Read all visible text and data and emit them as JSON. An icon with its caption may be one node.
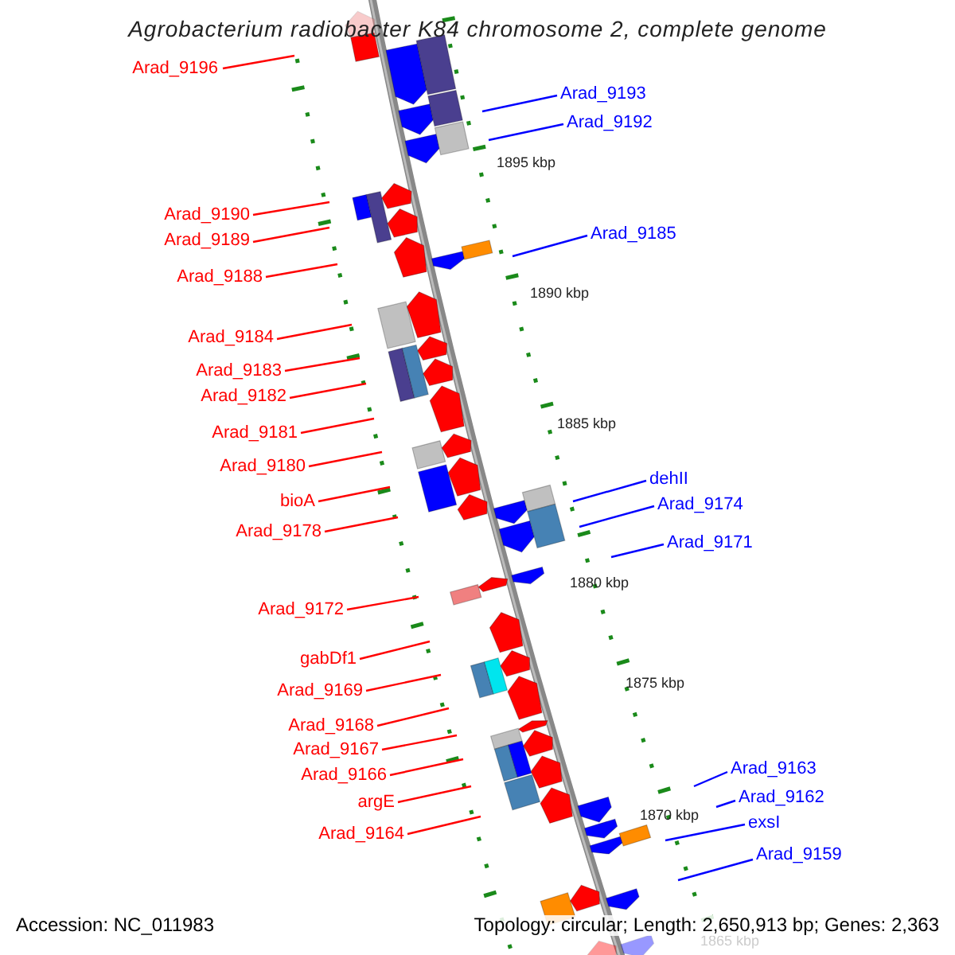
{
  "diagram": {
    "title": "Agrobacterium radiobacter K84 chromosome 2, complete genome",
    "nodes": [
      {
        "text": [
          "Arad_9196"
        ]
      },
      {
        "text": [
          "Arad_9193"
        ]
      },
      {
        "text": [
          "Arad_9192"
        ]
      },
      {
        "text": [
          "Arad_9190"
        ]
      },
      {
        "text": [
          "Arad_9185"
        ]
      },
      {
        "text": [
          "Arad_9189"
        ]
      },
      {
        "text": [
          "Arad_9188"
        ]
      },
      {
        "text": [
          "Arad_9184"
        ]
      },
      {
        "text": [
          "Arad_9183"
        ]
      },
      {
        "text": [
          "Arad_9182"
        ]
      },
      {
        "text": [
          "Arad_9181"
        ]
      },
      {
        "text": [
          "Arad_9180"
        ]
      },
      {
        "text": [
          "dehII"
        ]
      },
      {
        "text": [
          "bioA"
        ]
      },
      {
        "text": [
          "Arad_9174"
        ]
      },
      {
        "text": [
          "Arad_9178"
        ]
      },
      {
        "text": [
          "Arad_9171"
        ]
      },
      {
        "text": [
          "Arad_9172"
        ]
      },
      {
        "text": [
          "gabDf1"
        ]
      },
      {
        "text": [
          "Arad_9169"
        ]
      },
      {
        "text": [
          "Arad_9168"
        ]
      },
      {
        "text": [
          "Arad_9167"
        ]
      },
      {
        "text": [
          "Arad_9163"
        ]
      },
      {
        "text": [
          "Arad_9166"
        ]
      },
      {
        "text": [
          "Arad_9162"
        ]
      },
      {
        "text": [
          "argE"
        ]
      },
      {
        "text": [
          "exsI"
        ]
      },
      {
        "text": [
          "Arad_9164"
        ]
      },
      {
        "text": [
          "Arad_9159"
        ]
      }
    ],
    "edges": [
      {
        "from": 0,
        "to": null,
        "arrow": "none"
      },
      {
        "from": 1,
        "to": null,
        "arrow": "none",
        "color": "#0000ff"
      },
      {
        "from": 2,
        "to": null,
        "arrow": "none",
        "color": "#0000ff"
      },
      {
        "from": 3,
        "to": null,
        "arrow": "none"
      },
      {
        "from": 4,
        "to": null,
        "arrow": "none",
        "color": "#0000ff"
      },
      {
        "from": 5,
        "to": null,
        "arrow": "none"
      },
      {
        "from": 6,
        "to": null,
        "arrow": "none"
      },
      {
        "from": 7,
        "to": null,
        "arrow": "none"
      },
      {
        "from": 8,
        "to": null,
        "arrow": "none"
      },
      {
        "from": 9,
        "to": null,
        "arrow": "none"
      },
      {
        "from": 10,
        "to": null,
        "arrow": "none"
      },
      {
        "from": 11,
        "to": null,
        "arrow": "none"
      },
      {
        "from": 12,
        "to": null,
        "arrow": "none",
        "color": "#0000ff"
      },
      {
        "from": 13,
        "to": null,
        "arrow": "none"
      },
      {
        "from": 14,
        "to": null,
        "arrow": "none",
        "color": "#0000ff"
      },
      {
        "from": 15,
        "to": null,
        "arrow": "none"
      },
      {
        "from": 16,
        "to": null,
        "arrow": "none",
        "color": "#0000ff"
      },
      {
        "from": 17,
        "to": null,
        "arrow": "none"
      },
      {
        "from": 18,
        "to": null,
        "arrow": "none"
      },
      {
        "from": 19,
        "to": null,
        "arrow": "none"
      },
      {
        "from": 20,
        "to": null,
        "arrow": "none"
      },
      {
        "from": 21,
        "to": null,
        "arrow": "none"
      },
      {
        "from": 22,
        "to": null,
        "arrow": "none",
        "color": "#0000ff"
      },
      {
        "from": 23,
        "to": null,
        "arrow": "none"
      },
      {
        "from": 24,
        "to": null,
        "arrow": "none",
        "color": "#0000ff"
      },
      {
        "from": 25,
        "to": null,
        "arrow": "none"
      },
      {
        "from": 26,
        "to": null,
        "arrow": "none",
        "color": "#0000ff"
      },
      {
        "from": 27,
        "to": null,
        "arrow": "none"
      },
      {
        "from": 28,
        "to": null,
        "arrow": "none",
        "color": "#0000ff"
      }
    ],
    "labels": [
      "1895 kbp",
      "1890 kbp",
      "1885 kbp",
      "1880 kbp",
      "1875 kbp",
      "1870 kbp",
      "1865 kbp",
      "Accession: NC_011983",
      "Topology: circular; Length: 2,650,913 bp; Genes: 2,363"
    ]
  }
}
